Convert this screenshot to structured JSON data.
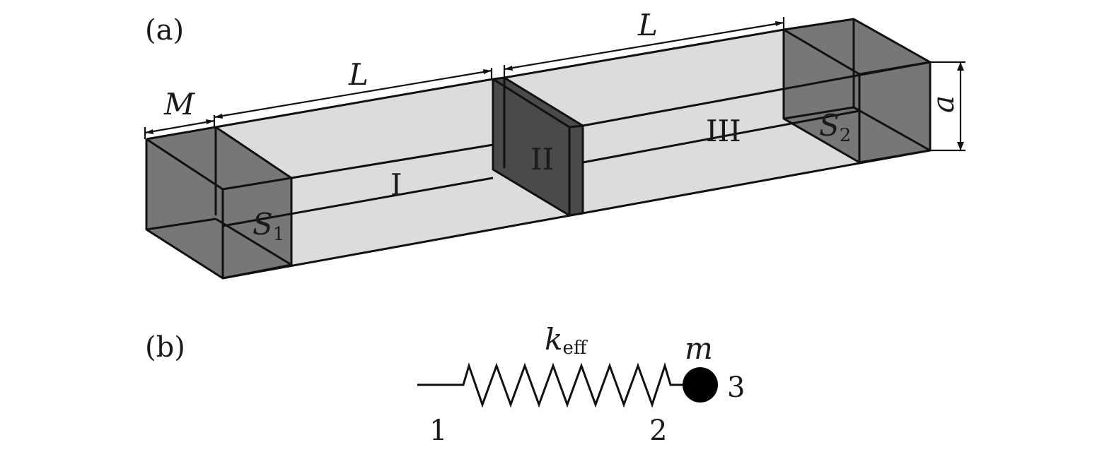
{
  "panels": {
    "a": {
      "label": "(a)"
    },
    "b": {
      "label": "(b)"
    }
  },
  "waveguide": {
    "dim_M": "M",
    "dim_L_left": "L",
    "dim_L_right": "L",
    "dim_a": "a",
    "region_1": "I",
    "region_2": "II",
    "region_3": "III",
    "surface_1": {
      "base": "S",
      "sub": "1"
    },
    "surface_2": {
      "base": "S",
      "sub": "2"
    }
  },
  "spring_model": {
    "k_label": {
      "base": "k",
      "sub": "eff"
    },
    "mass_label": "m",
    "node_1": "1",
    "node_2": "2",
    "node_3": "3"
  }
}
